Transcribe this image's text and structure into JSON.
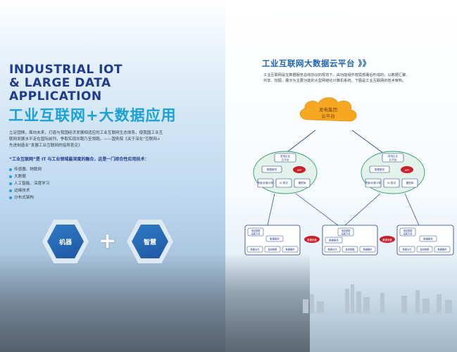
{
  "left": {
    "headline_lines": [
      "INDUSTRIAL IOT",
      "& LARGE DATA",
      "APPLICATION"
    ],
    "cn_title": "工业互联网+大数据应用",
    "intro_lines": [
      "立足国情，面向未来，打造与我国经济发展相适应的工业互联网生态体系，使我国工业互",
      "联网发展水平走在国际前列，争取实现并跑乃至领跑。——国务院《关于深化“互联网+",
      "先进制造业”发展工业互联网的指导意见》"
    ],
    "highlight": "“工业互联网”是 IT 与工业领域最深度的融合，这是一门综合性应用技术：",
    "bullets": [
      "传感器、物联网",
      "大数据",
      "人工智能、深度学习",
      "边缘技术",
      "分布式架构"
    ],
    "hex_left": "机器",
    "plus": "+",
    "hex_right": "智慧"
  },
  "right": {
    "title": "工业互联网大数据云平台 》》",
    "desc_lines": [
      "工业互联网是在数据服务总线协议的规范下，由功能组件按需部署后形成的，以数据汇聚、",
      "共享、挖掘，展示为主要功能的大型网络化计算机系统，下图是工业互联网的技术架构。"
    ]
  },
  "diagram": {
    "cloud_label_1": "发电集团",
    "cloud_label_2": "云平台",
    "left_cluster": {
      "top_box_1": "发电企业",
      "top_box_2": "云平台",
      "data_service": "数据服务",
      "app": "APP",
      "config": "配置/存储/计算",
      "ai": "AI 算法",
      "model": "模型库"
    },
    "right_cluster": {
      "top_box_1": "发电企业",
      "top_box_2": "云平台",
      "data_service": "数据服务",
      "app": "APP",
      "config": "配置/存储/计算",
      "ai": "AI 算法",
      "model": "模型库"
    },
    "edge_nodes": [
      {
        "title_1": "电站数据",
        "title_2": "采集平台",
        "service": "数据服务",
        "a": "数据访问",
        "b": "监控数据",
        "c": "数据缓存"
      },
      {
        "title_1": "电站数据",
        "title_2": "采集平台",
        "service": "数据服务",
        "a": "数据访问",
        "b": "监控数据",
        "c": "数据缓存"
      },
      {
        "title_1": "电站数据",
        "title_2": "采集平台",
        "service": "数据服务",
        "a": "数据访问",
        "b": "监控数据",
        "c": "数据缓存"
      }
    ],
    "edge_bubble_1": "数据采集",
    "edge_bubble_2": "数据采集"
  },
  "colors": {
    "navy": "#1f3b8c",
    "cyan": "#1aa2d8",
    "blue": "#1f64b5",
    "cloud": "#f5a623",
    "node_green": "#2e9e6a",
    "app_red": "#c8202a"
  }
}
